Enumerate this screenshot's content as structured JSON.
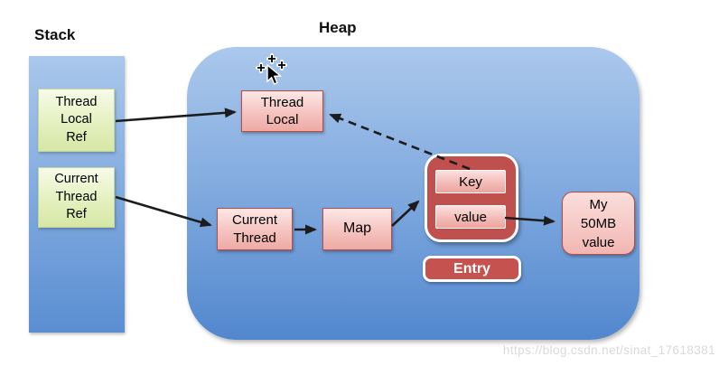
{
  "diagram": {
    "stack_label": "Stack",
    "heap_label": "Heap"
  },
  "stack": {
    "items": [
      {
        "text": "Thread\nLocal\nRef"
      },
      {
        "text": "Current\nThread\nRef"
      }
    ]
  },
  "heap": {
    "boxes": {
      "thread_local": "Thread\nLocal",
      "current_thread": "Current\nThread",
      "map": "Map"
    },
    "entry": {
      "key": "Key",
      "value": "value",
      "label": "Entry"
    },
    "my_value": "My\n50MB\nvalue"
  },
  "icons": {
    "cursor": "draw-pointer-cursor"
  },
  "colors": {
    "region_blue_top": "#abc8ec",
    "region_blue_bottom": "#5287ce",
    "green_box_fill": "#e4f0bf",
    "green_box_border": "#c2d59a",
    "pink_box_fill": "#f5c3bf",
    "pink_box_border": "#bb4b47",
    "entry_red": "#c0504d",
    "arrow_black": "#1c1c1c",
    "watermark_gray": "#d9d9d9"
  },
  "watermark": "https://blog.csdn.net/sinat_17618381"
}
